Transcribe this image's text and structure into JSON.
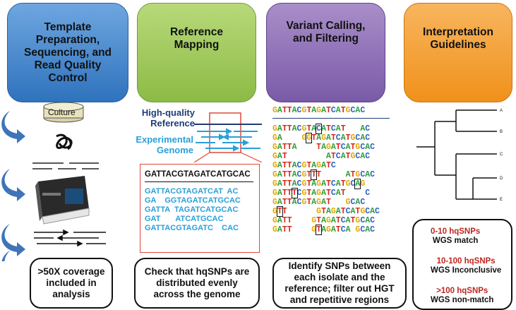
{
  "headers": {
    "template": "Template\nPreparation,\nSequencing, and\nRead Quality\nControl",
    "mapping": "Reference\nMapping",
    "variant": "Variant Calling,\nand Filtering",
    "interpretation": "Interpretation\nGuidelines"
  },
  "step1": {
    "culture_label": "Culture",
    "box_text": ">50X coverage\nincluded in\nanalysis"
  },
  "step2": {
    "ref_label": "High-quality\nReference",
    "exp_label": "Experimental\nGenome",
    "ref_seq": "GATTACGTAGATCATGCAC",
    "reads": "GATTACGTAGATCAT  AC\nGA    GGTAGATCATGCAC\nGATTA  TAGATCATGCAC\nGAT       ATCATGCAC\nGATTACGTAGATC    CAC",
    "box_text": "Check that hqSNPs are\ndistributed evenly\nacross the genome"
  },
  "step3": {
    "ref_seq": "GATTACGTAGATCATGCAC",
    "reads": [
      "GATTACGTACATCAT   AC",
      "GA    GGTAGATCATGCAC",
      "GATTA    TAGATCATGCAC",
      "GAT        ATCATGCAC",
      "GATTACGTAGATC",
      "GATTACGTTT     ATGCAC",
      "GATTACGTAGATCATGCAG",
      "GATTTCGTAGATCAT    C",
      "GATTACGTAGAT   GCAC",
      "GTT      GTAGATCATGCAC",
      "GATT    GTAGATCATGCAC",
      "GATT    GTAGATCA GCAC"
    ],
    "box_text": "Identify SNPs between\neach isolate and the\nreference; filter out HGT\nand repetitive regions"
  },
  "step4": {
    "tips": [
      "A",
      "B",
      "C",
      "D",
      "E"
    ],
    "legend": [
      {
        "range": "0-10 hqSNPs",
        "result": "WGS match"
      },
      {
        "range": "10-100 hqSNPs",
        "result": "WGS Inconclusive"
      },
      {
        "range": ">100 hqSNPs",
        "result": "WGS non-match"
      }
    ]
  },
  "colors": {
    "A": "#2e9e3a",
    "C": "#2a5fc0",
    "G": "#e0a800",
    "T": "#d8261c",
    "blue_label": "#2aa0d8",
    "navy_label": "#1f3c78",
    "red_accent": "#c0261f"
  }
}
